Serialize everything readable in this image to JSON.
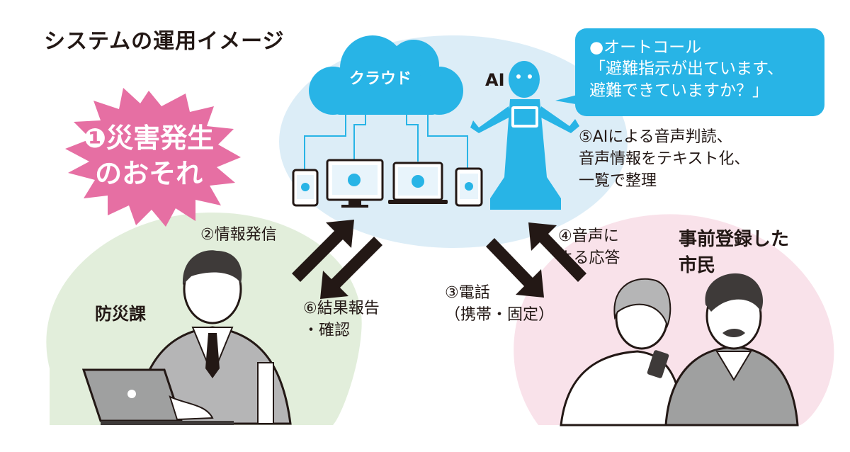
{
  "title": "システムの運用イメージ",
  "cloud_label": "クラウド",
  "ai_label": "AI",
  "bubble_text": "●オートコール\n「避難指示が出ています、\n避難できていますか？」",
  "disaster_text": "❶災害発生\nのおそれ",
  "step2": "②情報発信",
  "step3": "③電話\n（携帯・固定）",
  "step4": "④音声に\nよる応答",
  "step5": "⑤AIによる音声判読、\n音声情報をテキスト化、\n一覧で整理",
  "step6": "⑥結果報告\n・確認",
  "actor_bousai": "防災課",
  "actor_citizen": "事前登録した\n市民",
  "colors": {
    "cloud_blue": "#28b4e6",
    "cloud_bg": "#dcedf7",
    "green_bg": "#e2eedb",
    "pink_bg": "#f9e2ea",
    "burst_pink": "#e66fa3",
    "arrow": "#231815"
  }
}
